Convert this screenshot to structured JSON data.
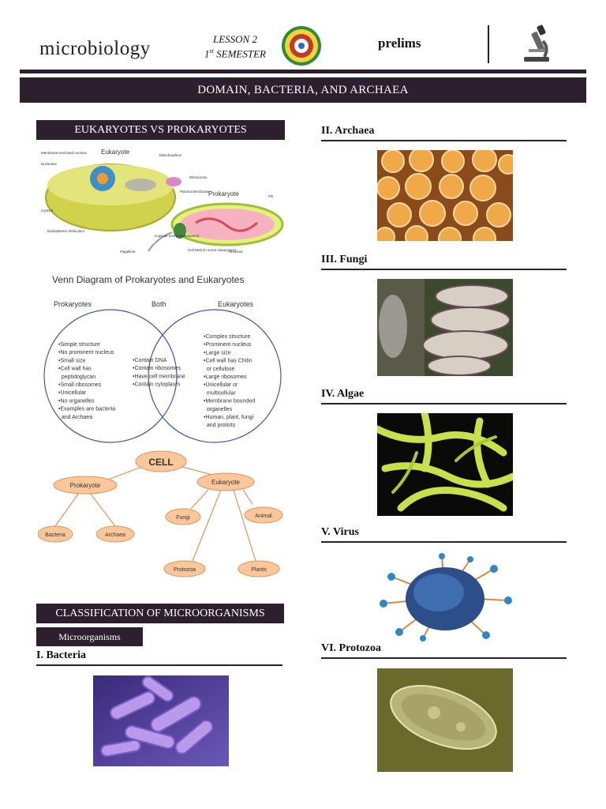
{
  "header": {
    "brand": "microbiology",
    "lesson_line1": "LESSON 2",
    "lesson_num": "1",
    "lesson_sup": "st",
    "lesson_sem": " SEMESTER",
    "term": "prelims"
  },
  "banner": "DOMAIN, BACTERIA, AND ARCHAEA",
  "left": {
    "section1": "EUKARYOTES VS PROKARYOTES",
    "cell_labels": {
      "eukaryote": "Eukaryote",
      "prokaryote": "Prokaryote",
      "membrane_nucleus": "Membrane-enclosed nucleus",
      "nucleolus": "Nucleolus",
      "mitochondrion": "Mitochondrion",
      "ribosomes": "Ribosomes",
      "plasma_membrane": "Plasma Membrane",
      "cytosol": "Cytosol",
      "er": "Endoplasmic Reticulum",
      "pili": "Pili",
      "capsule": "Capsule (some prokaryotes)",
      "cell_wall": "Cell Wall (in some eukaryotes)",
      "flagellum": "Flagellum",
      "nucleoid": "Nucleoid"
    },
    "venn": {
      "title": "Venn Diagram of Prokaryotes and Eukaryotes",
      "left_label": "Prokaryotes",
      "mid_label": "Both",
      "right_label": "Eukaryotes",
      "left_items": [
        "•Simple structure",
        "•No prominent nucleus",
        "•Small size",
        "•Cell wall has",
        "  peptidoglycan",
        "•Small ribosomes",
        "•Unicellular",
        "•No organelles",
        "•Examples are bacteria",
        "  and Archaea"
      ],
      "mid_items": [
        "•Contain DNA",
        "•Contain ribosomes",
        "•Have cell membrane",
        "•Contain cytoplasm"
      ],
      "right_items": [
        "•Complex structure",
        "•Prominent nucleus",
        "•Large size",
        "•Cell wall has Chitin",
        "  or cellulose",
        "•Large ribosomes",
        "•Unicellular or",
        "  multicellular",
        "•Membrane bounded",
        "  organelles",
        "•Human, plant, fungi",
        "  and protists"
      ]
    },
    "tree": {
      "root": "CELL",
      "prokaryote": "Prokaryote",
      "eukaryote": "Eukaryote",
      "bacteria": "Bacteria",
      "archaea": "Archaea",
      "fungi": "Fungi",
      "animal": "Animal",
      "protozoa": "Protozoa",
      "plants": "Plants"
    },
    "section2": "CLASSIFICATION OF MICROORGANISMS",
    "subsection": "Microorganisms",
    "bacteria_heading": "I. Bacteria"
  },
  "right": {
    "archaea": "II. Archaea",
    "fungi": "III. Fungi",
    "algae": "IV. Algae",
    "virus": "V. Virus",
    "protozoa": "VI. Protozoa"
  },
  "colors": {
    "accent": "#2e1f2e",
    "venn_stroke": "#3a5aa8",
    "node_fill": "#f9c79a",
    "node_stroke": "#e0935a"
  }
}
